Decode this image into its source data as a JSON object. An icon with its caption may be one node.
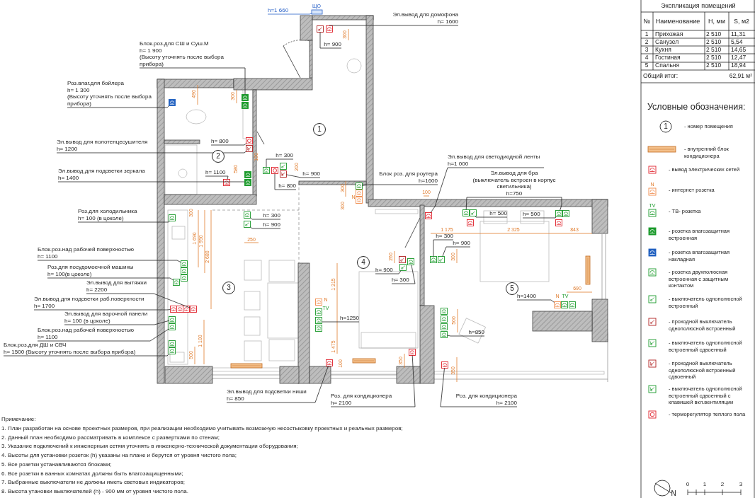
{
  "diagram": {
    "nodes": [
      {
        "text": [
          "h=1 660"
        ]
      },
      {
        "text": [
          "Эл.вывод для домофона",
          "h= 1600"
        ]
      },
      {
        "text": [
          "h= 900"
        ]
      },
      {
        "text": [
          "Блок.роз.для СШ и Суш.М",
          "h= 1 900",
          "(Высоту уточнять после выбора прибора)"
        ]
      },
      {
        "text": [
          "Роз.влаг.для бойлера",
          "h= 1 300",
          "(Высоту уточнять после выбора прибора)"
        ]
      },
      {
        "text": [
          "h= 800"
        ]
      },
      {
        "text": [
          "Эл.вывод для полотенцесушителя",
          "h= 1200"
        ]
      },
      {
        "text": [
          "h= 300"
        ]
      },
      {
        "text": [
          "h= 1100"
        ]
      },
      {
        "text": [
          "Эл.вывод для подсветки зеркала",
          "h= 1400"
        ]
      },
      {
        "text": [
          "h= 900"
        ]
      },
      {
        "text": [
          "h= 800"
        ]
      },
      {
        "text": [
          "Блок роз. для роутера",
          "h=1600"
        ]
      },
      {
        "text": [
          "Эл.вывод для светодиодной ленты",
          "h=1 000"
        ]
      },
      {
        "text": [
          "Эл.вывод для бра",
          "(выключатель встроен в корпус светильника)",
          "h=750"
        ]
      },
      {
        "text": [
          "h= 500"
        ]
      },
      {
        "text": [
          "h= 500"
        ]
      },
      {
        "text": [
          "Роз.для холодильника",
          "h= 100 (в цоколе)"
        ]
      },
      {
        "text": [
          "h= 300"
        ]
      },
      {
        "text": [
          "h= 900"
        ]
      },
      {
        "text": [
          "h= 300"
        ]
      },
      {
        "text": [
          "h= 900"
        ]
      },
      {
        "text": [
          "Блок.роз.над рабочей поверхностью",
          "h= 1100"
        ]
      },
      {
        "text": [
          "h= 900"
        ]
      },
      {
        "text": [
          "Роз.для посудомоечной машины",
          "h= 100(в цоколе)"
        ]
      },
      {
        "text": [
          "h= 300"
        ]
      },
      {
        "text": [
          "Эл.вывод для вытяжки",
          "h= 2200"
        ]
      },
      {
        "text": [
          "h=1400"
        ]
      },
      {
        "text": [
          "Эл.вывод для подсветки раб.поверхности",
          "h= 1700"
        ]
      },
      {
        "text": [
          "h=1250"
        ]
      },
      {
        "text": [
          "Эл.вывод для варочной панели",
          "h= 100 (в цоколе)"
        ]
      },
      {
        "text": [
          "h=850"
        ]
      },
      {
        "text": [
          "Блок.роз.над рабочей поверхностью",
          "h= 1100"
        ]
      },
      {
        "text": [
          "Блок.роз.для ДШ и СВЧ",
          "h= 1500 (Высоту уточнять после выбора прибора)"
        ]
      },
      {
        "text": [
          "Эл.вывод для подсветки ниши",
          "h= 850"
        ]
      },
      {
        "text": [
          "Роз. для кондиционера",
          "h= 2100"
        ]
      },
      {
        "text": [
          "Роз. для кондиционера",
          "h= 2100"
        ]
      },
      {
        "text": [
          "1"
        ]
      },
      {
        "text": [
          "2"
        ]
      },
      {
        "text": [
          "3"
        ]
      },
      {
        "text": [
          "4"
        ]
      },
      {
        "text": [
          "5"
        ]
      },
      {
        "text": [],
        "shape": "box"
      },
      {
        "text": [],
        "shape": "box"
      },
      {
        "text": [],
        "shape": "box"
      },
      {
        "text": [],
        "shape": "box"
      },
      {
        "text": [],
        "shape": "box"
      },
      {
        "text": [],
        "shape": "box"
      },
      {
        "text": [],
        "shape": "box"
      },
      {
        "text": [],
        "shape": "box"
      },
      {
        "text": [],
        "shape": "box"
      },
      {
        "text": [],
        "shape": "box"
      },
      {
        "text": [],
        "shape": "box"
      },
      {
        "text": [],
        "shape": "box"
      },
      {
        "text": [],
        "shape": "box"
      },
      {
        "text": [],
        "shape": "box"
      },
      {
        "text": [],
        "shape": "box"
      },
      {
        "text": [],
        "shape": "box"
      },
      {
        "text": [],
        "shape": "box"
      },
      {
        "text": [],
        "shape": "box"
      },
      {
        "text": [],
        "shape": "box"
      },
      {
        "text": [],
        "shape": "box"
      },
      {
        "text": [],
        "shape": "box"
      },
      {
        "text": [],
        "shape": "box"
      },
      {
        "text": [],
        "shape": "box"
      },
      {
        "text": [],
        "shape": "box"
      },
      {
        "text": [],
        "shape": "box"
      },
      {
        "text": [],
        "shape": "box"
      },
      {
        "text": [],
        "shape": "box"
      },
      {
        "text": [],
        "shape": "box"
      },
      {
        "text": [],
        "shape": "box"
      },
      {
        "text": [],
        "shape": "box"
      },
      {
        "text": [],
        "shape": "box"
      },
      {
        "text": [],
        "shape": "box"
      },
      {
        "text": [],
        "shape": "box"
      },
      {
        "text": [],
        "shape": "box"
      },
      {
        "text": [],
        "shape": "box"
      },
      {
        "text": [],
        "shape": "box"
      },
      {
        "text": [],
        "shape": "box"
      }
    ],
    "edges": [
      {
        "from": 0,
        "to": 42,
        "arrow": "none",
        "color": "#2a62c8"
      },
      {
        "from": 1,
        "to": 43,
        "arrow": "none"
      },
      {
        "from": 2,
        "to": 44,
        "arrow": "none"
      },
      {
        "from": 3,
        "to": 45,
        "arrow": "none"
      },
      {
        "from": 4,
        "to": 46,
        "arrow": "none"
      },
      {
        "from": 5,
        "to": 47,
        "arrow": "none"
      },
      {
        "from": 6,
        "to": 48,
        "arrow": "none"
      },
      {
        "from": 7,
        "to": 49,
        "arrow": "none"
      },
      {
        "from": 8,
        "to": 50,
        "arrow": "none"
      },
      {
        "from": 9,
        "to": 51,
        "arrow": "none"
      },
      {
        "from": 10,
        "to": 52,
        "arrow": "none"
      },
      {
        "from": 11,
        "to": 53,
        "arrow": "none"
      },
      {
        "from": 12,
        "to": 54,
        "arrow": "none"
      },
      {
        "from": 13,
        "to": 55,
        "arrow": "none"
      },
      {
        "from": 14,
        "to": 56,
        "arrow": "none"
      },
      {
        "from": 15,
        "to": 57,
        "arrow": "none"
      },
      {
        "from": 16,
        "to": 58,
        "arrow": "none"
      },
      {
        "from": 17,
        "to": 59,
        "arrow": "none"
      },
      {
        "from": 18,
        "to": 60,
        "arrow": "none"
      },
      {
        "from": 19,
        "to": 61,
        "arrow": "none"
      },
      {
        "from": 20,
        "to": 62,
        "arrow": "none"
      },
      {
        "from": 21,
        "to": 63,
        "arrow": "none"
      },
      {
        "from": 22,
        "to": 64,
        "arrow": "none"
      },
      {
        "from": 23,
        "to": 65,
        "arrow": "none"
      },
      {
        "from": 24,
        "to": 66,
        "arrow": "none"
      },
      {
        "from": 25,
        "to": 67,
        "arrow": "none"
      },
      {
        "from": 26,
        "to": 68,
        "arrow": "none"
      },
      {
        "from": 27,
        "to": 69,
        "arrow": "none"
      },
      {
        "from": 28,
        "to": 70,
        "arrow": "none"
      },
      {
        "from": 29,
        "to": 71,
        "arrow": "none"
      },
      {
        "from": 30,
        "to": 72,
        "arrow": "none"
      },
      {
        "from": 31,
        "to": 73,
        "arrow": "none"
      },
      {
        "from": 32,
        "to": 74,
        "arrow": "none"
      },
      {
        "from": 33,
        "to": 75,
        "arrow": "none"
      },
      {
        "from": 34,
        "to": 76,
        "arrow": "none"
      },
      {
        "from": 35,
        "to": 77,
        "arrow": "none"
      },
      {
        "from": 36,
        "to": 78,
        "arrow": "none"
      },
      {
        "from": 14,
        "to": 58,
        "arrow": "none"
      }
    ],
    "labels": [
      "ЩО",
      "490",
      "300",
      "300",
      "100",
      "580",
      "200",
      "300",
      "N",
      "300",
      "100",
      "300",
      "1 690",
      "1 950",
      "2 680",
      "250",
      "1 175",
      "2 325",
      "843",
      "260",
      "300",
      "1 215",
      "690",
      "N",
      "TV",
      "N",
      "TV",
      "500",
      "1 475",
      "1 100",
      "500",
      "100",
      "350",
      "350",
      "Экспликация помещений",
      "№",
      "Наименование",
      "Н, мм",
      "S, м2",
      "1",
      "Прихожая",
      "2 510",
      "11,31",
      "2",
      "Санузел",
      "2 510",
      "5,54",
      "3",
      "Кухня",
      "2 510",
      "14,65",
      "4",
      "Гостиная",
      "2 510",
      "12,47",
      "5",
      "Спальня",
      "2 510",
      "18,94",
      "Общий итог:",
      "62,91 м²",
      "Условные обозначения:",
      "1",
      "N",
      "TV",
      "Примечание:",
      "1. План разработан на основе проектных размеров, при реализации необходимо учитывать возможную несостыковку проектных и реальных размеров;",
      "2. Данный план необходимо рассматривать в комплексе с развертками по стенам;",
      "3. Указание подключений к инженерным сетям уточнять в инженерно-технической документации оборудования;",
      "4. Высоты для установки розеток (h) указаны на плане и берутся от уровня чистого пола;",
      "5. Все розетки устанавливаются блоками;",
      "6. Все розетки в ванных комнатах должны быть влагозащищенными;",
      "7. Выбранные выключатели не должны иметь световых индикаторов;",
      "8. Высота утановки выключателей (h) - 900 мм от уровня чистого пола.",
      "N",
      "0",
      "1",
      "2",
      "3"
    ],
    "legend": [
      {
        "text": "- номер помещения"
      },
      {
        "text": "- внутренний блок кондиционера"
      },
      {
        "text": "- вывод электрических сетей"
      },
      {
        "text": "- интернет розетка"
      },
      {
        "text": "- ТВ- розетка"
      },
      {
        "text": "- розетка влагозащитная встроенная"
      },
      {
        "text": "- розетка влагозащитная накладная"
      },
      {
        "text": "- розетка двухполюсная встроенная с защитным контактом"
      },
      {
        "text": "- выключатель однополюсной встроенный"
      },
      {
        "text": "- проходной выключатель однополюсной встроенный"
      },
      {
        "text": "- выключатель однополюсной встроенный сдвоенный"
      },
      {
        "text": "- проходной выключатель однополюсной встроенный сдвоенный"
      },
      {
        "text": "- выключатель однополюсной встроенный сдвоенный с клавишей вкл.вентиляции"
      },
      {
        "text": "- терморегулятор теплого пола"
      }
    ]
  }
}
